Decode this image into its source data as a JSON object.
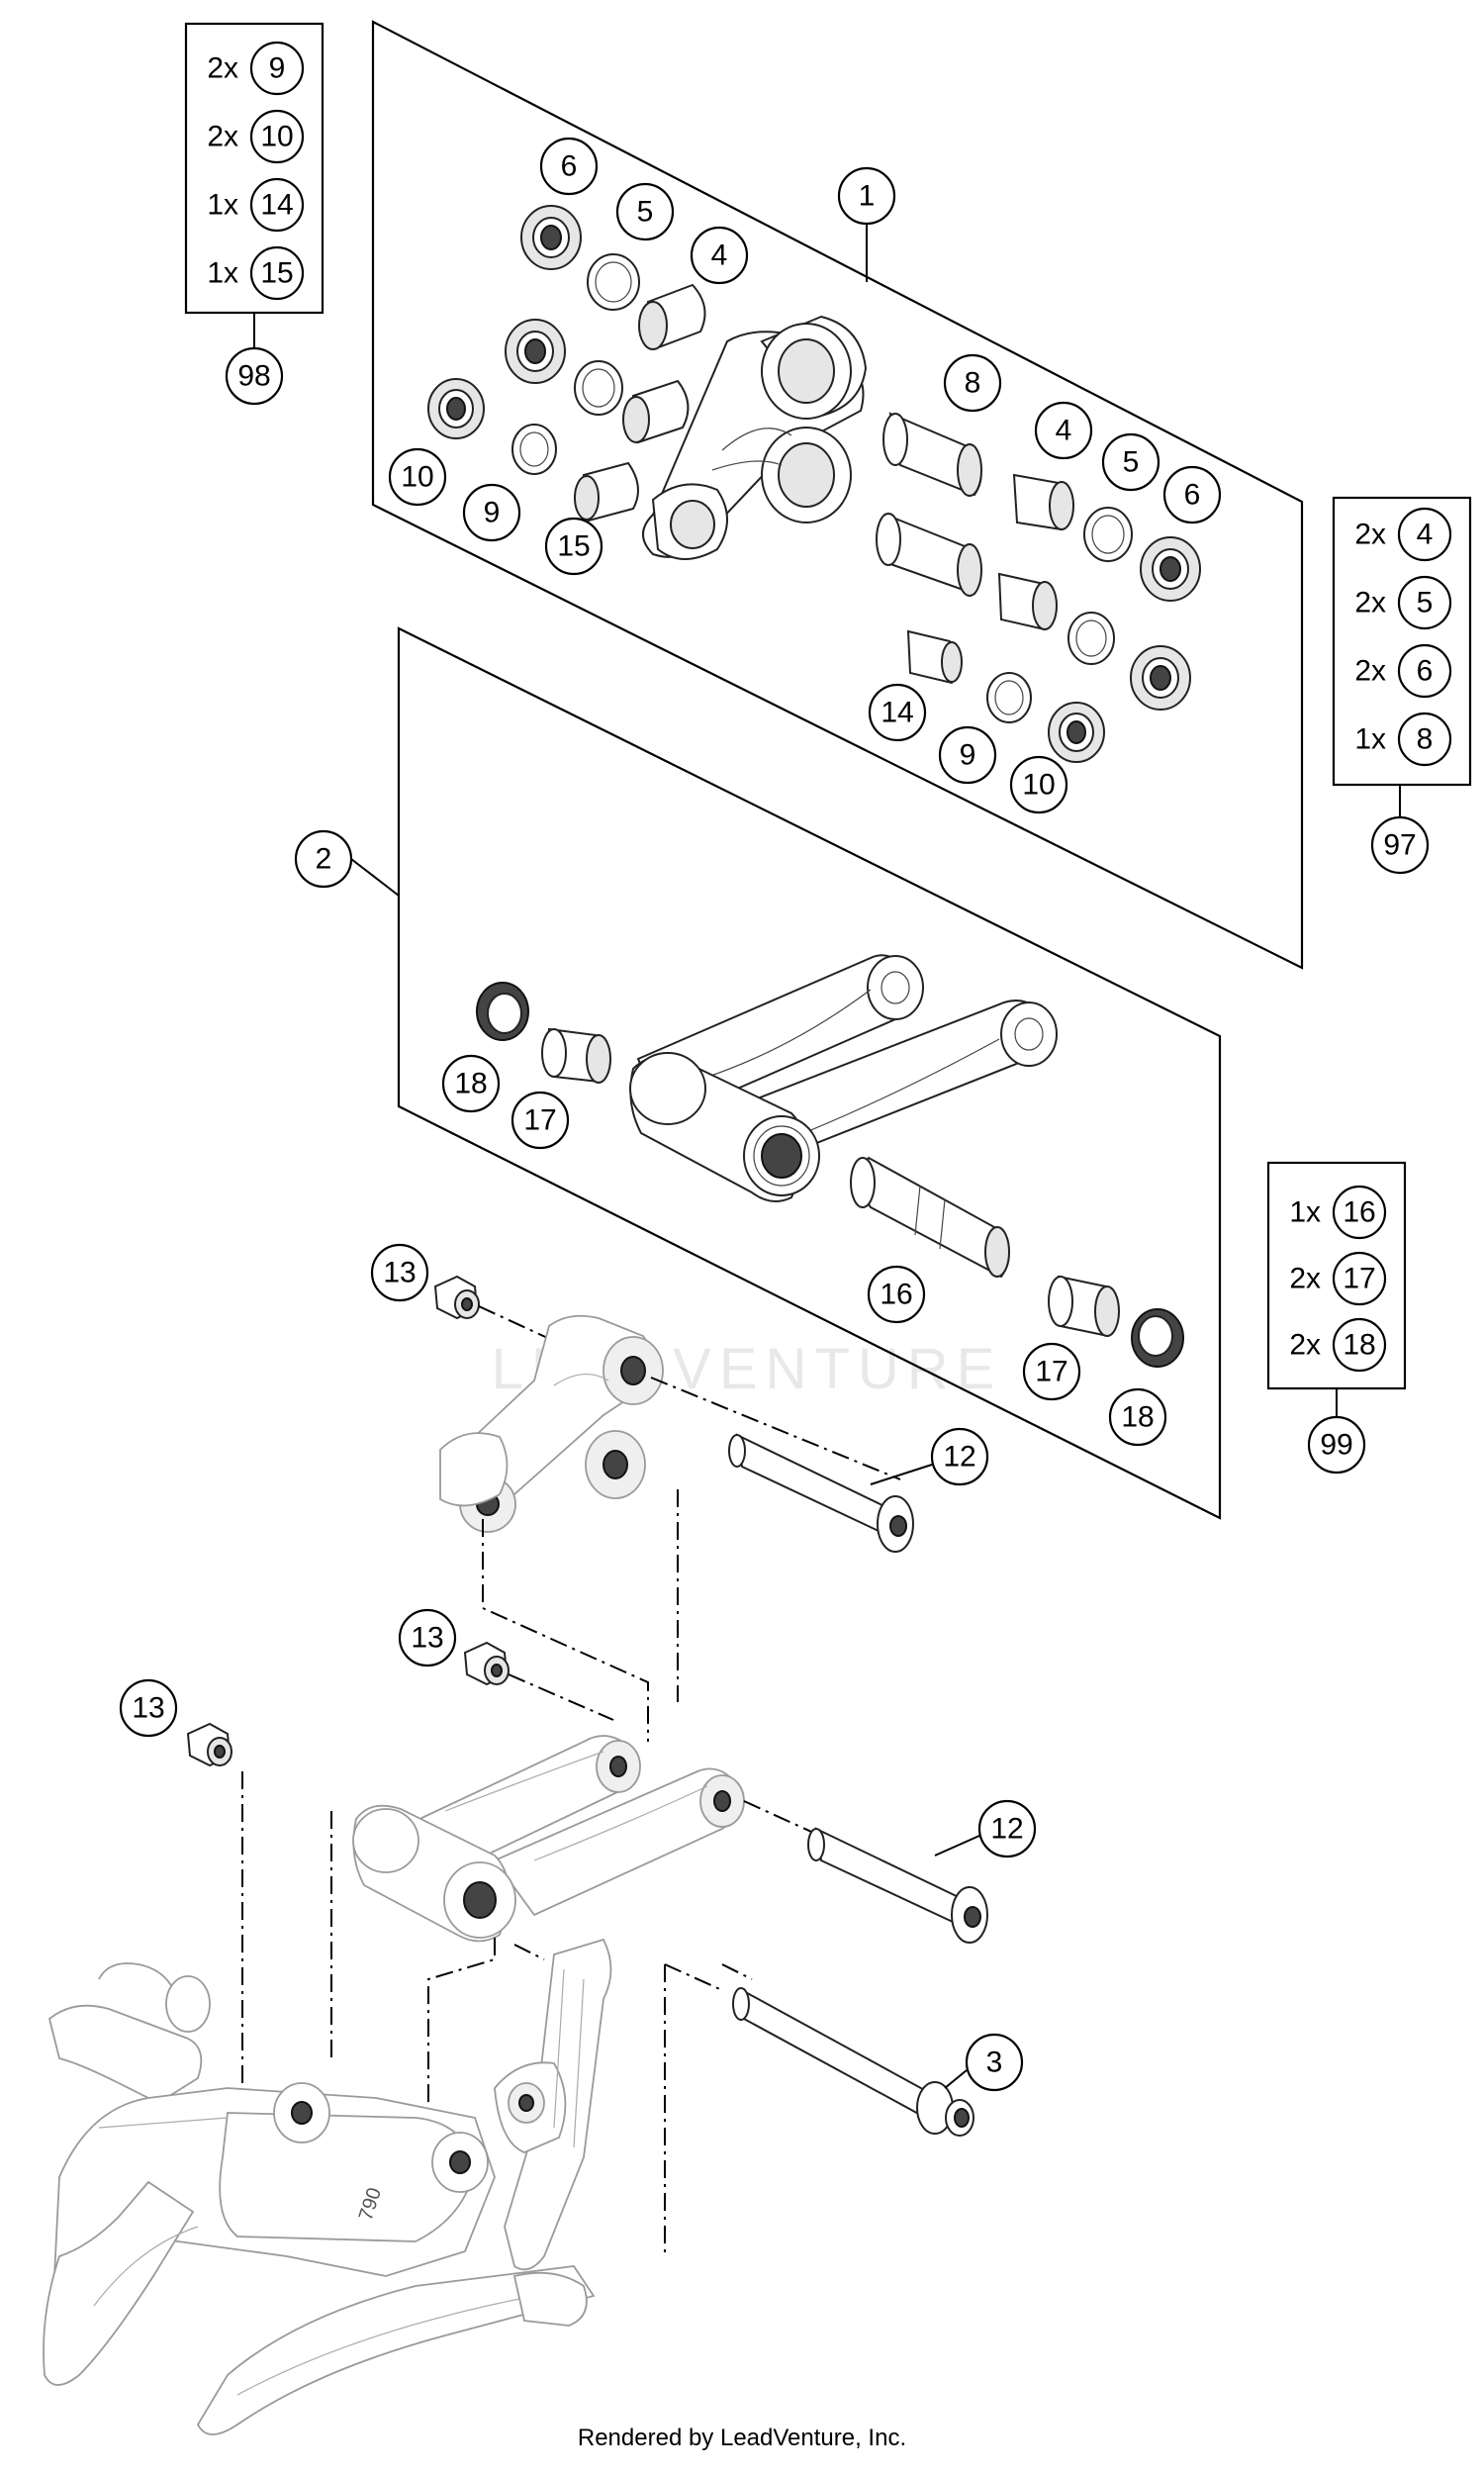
{
  "diagram": {
    "boxes": {
      "box_1": {
        "label": "1"
      },
      "box_2": {
        "label": "2"
      }
    },
    "callouts": {
      "c1": "1",
      "c2": "2",
      "c3": "3",
      "c4a": "4",
      "c4b": "4",
      "c5a": "5",
      "c5b": "5",
      "c6a": "6",
      "c6b": "6",
      "c8": "8",
      "c9a": "9",
      "c9b": "9",
      "c10a": "10",
      "c10b": "10",
      "c12a": "12",
      "c12b": "12",
      "c13a": "13",
      "c13b": "13",
      "c13c": "13",
      "c14": "14",
      "c15": "15",
      "c16": "16",
      "c17a": "17",
      "c17b": "17",
      "c18a": "18",
      "c18b": "18"
    },
    "kits": {
      "kit98": {
        "label": "98",
        "rows": [
          {
            "qty": "2x",
            "part": "9"
          },
          {
            "qty": "2x",
            "part": "10"
          },
          {
            "qty": "1x",
            "part": "14"
          },
          {
            "qty": "1x",
            "part": "15"
          }
        ]
      },
      "kit97": {
        "label": "97",
        "rows": [
          {
            "qty": "2x",
            "part": "4"
          },
          {
            "qty": "2x",
            "part": "5"
          },
          {
            "qty": "2x",
            "part": "6"
          },
          {
            "qty": "1x",
            "part": "8"
          }
        ]
      },
      "kit99": {
        "label": "99",
        "rows": [
          {
            "qty": "1x",
            "part": "16"
          },
          {
            "qty": "2x",
            "part": "17"
          },
          {
            "qty": "2x",
            "part": "18"
          }
        ]
      }
    },
    "frame_marking": "790"
  },
  "watermark": "LEADVENTURE",
  "footer": "Rendered by LeadVenture, Inc."
}
